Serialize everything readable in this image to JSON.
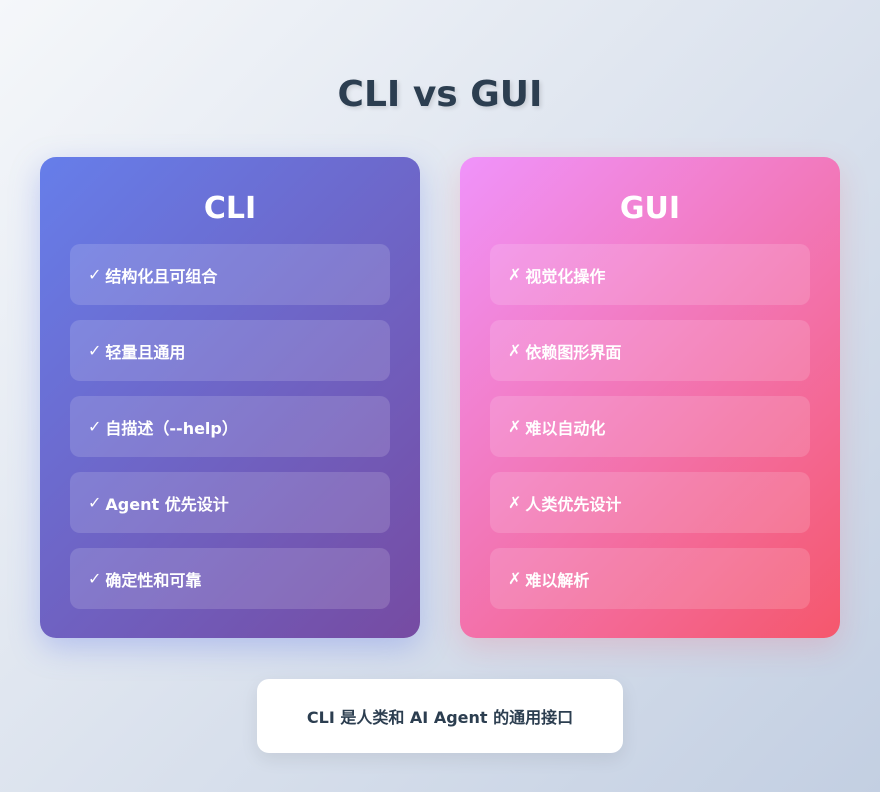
{
  "title": "CLI vs GUI",
  "colors": {
    "background": [
      "#f5f7fa",
      "#c3cfe2"
    ],
    "cli_gradient": [
      "#667eea",
      "#764ba2"
    ],
    "gui_gradient": [
      "#f093fb",
      "#f5576c"
    ],
    "title_text": "#2c3e50"
  },
  "cli": {
    "heading": "CLI",
    "mark": "✓",
    "items": [
      {
        "mark": "✓",
        "text": "结构化且可组合"
      },
      {
        "mark": "✓",
        "text": "轻量且通用"
      },
      {
        "mark": "✓",
        "text": "自描述（--help）"
      },
      {
        "mark": "✓",
        "text": "Agent 优先设计"
      },
      {
        "mark": "✓",
        "text": "确定性和可靠"
      }
    ]
  },
  "gui": {
    "heading": "GUI",
    "mark": "✗",
    "items": [
      {
        "mark": "✗",
        "text": "视觉化操作"
      },
      {
        "mark": "✗",
        "text": "依赖图形界面"
      },
      {
        "mark": "✗",
        "text": "难以自动化"
      },
      {
        "mark": "✗",
        "text": "人类优先设计"
      },
      {
        "mark": "✗",
        "text": "难以解析"
      }
    ]
  },
  "footer": {
    "text": "CLI 是人类和 AI Agent 的通用接口"
  }
}
